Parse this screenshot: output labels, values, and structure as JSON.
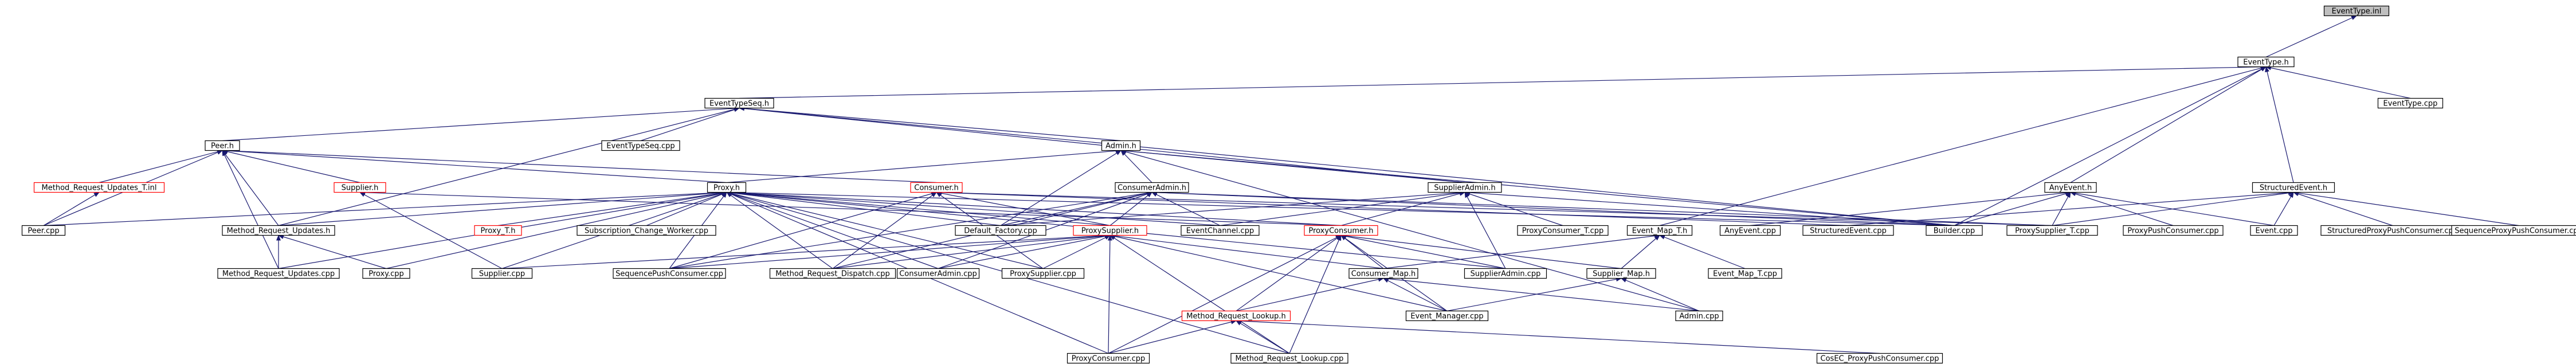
{
  "colors": {
    "edge": "#191970",
    "node_border": "#000000",
    "node_border_truncated": "#ff0000",
    "node_fill": "#ffffff",
    "root_fill": "#bfbfbf",
    "text": "#000000"
  },
  "nodes": [
    {
      "id": "EventType_inl",
      "label": "EventType.inl",
      "root": true
    },
    {
      "id": "EventType_h",
      "label": "EventType.h"
    },
    {
      "id": "EventTypeSeq_h",
      "label": "EventTypeSeq.h"
    },
    {
      "id": "EventType_cpp",
      "label": "EventType.cpp"
    },
    {
      "id": "Peer_h",
      "label": "Peer.h"
    },
    {
      "id": "EventTypeSeq_cpp",
      "label": "EventTypeSeq.cpp"
    },
    {
      "id": "Admin_h",
      "label": "Admin.h"
    },
    {
      "id": "MRU_T_inl",
      "label": "Method_Request_Updates_T.inl",
      "truncated": true
    },
    {
      "id": "Supplier_h",
      "label": "Supplier.h",
      "truncated": true
    },
    {
      "id": "Proxy_h",
      "label": "Proxy.h"
    },
    {
      "id": "Consumer_h",
      "label": "Consumer.h",
      "truncated": true
    },
    {
      "id": "ConsumerAdmin_h",
      "label": "ConsumerAdmin.h"
    },
    {
      "id": "SupplierAdmin_h",
      "label": "SupplierAdmin.h"
    },
    {
      "id": "AnyEvent_h",
      "label": "AnyEvent.h"
    },
    {
      "id": "StructuredEvent_h",
      "label": "StructuredEvent.h"
    },
    {
      "id": "Peer_cpp",
      "label": "Peer.cpp"
    },
    {
      "id": "MRU_h",
      "label": "Method_Request_Updates.h"
    },
    {
      "id": "Proxy_T_h",
      "label": "Proxy_T.h",
      "truncated": true
    },
    {
      "id": "SCW_cpp",
      "label": "Subscription_Change_Worker.cpp"
    },
    {
      "id": "DefaultFactory_cpp",
      "label": "Default_Factory.cpp"
    },
    {
      "id": "ProxySupplier_h",
      "label": "ProxySupplier.h",
      "truncated": true
    },
    {
      "id": "EventChannel_cpp",
      "label": "EventChannel.cpp"
    },
    {
      "id": "ProxyConsumer_h",
      "label": "ProxyConsumer.h",
      "truncated": true
    },
    {
      "id": "ProxyConsumer_T_cpp",
      "label": "ProxyConsumer_T.cpp"
    },
    {
      "id": "EventMap_T_h",
      "label": "Event_Map_T.h"
    },
    {
      "id": "AnyEvent_cpp",
      "label": "AnyEvent.cpp"
    },
    {
      "id": "StructuredEvent_cpp",
      "label": "StructuredEvent.cpp"
    },
    {
      "id": "Builder_cpp",
      "label": "Builder.cpp"
    },
    {
      "id": "ProxySupplier_T_cpp",
      "label": "ProxySupplier_T.cpp"
    },
    {
      "id": "ProxyPushConsumer_cpp",
      "label": "ProxyPushConsumer.cpp"
    },
    {
      "id": "Event_cpp",
      "label": "Event.cpp"
    },
    {
      "id": "SPPC_cpp",
      "label": "StructuredProxyPushConsumer.cpp"
    },
    {
      "id": "SeqPPC_cpp",
      "label": "SequenceProxyPushConsumer.cpp"
    },
    {
      "id": "MRU_cpp",
      "label": "Method_Request_Updates.cpp"
    },
    {
      "id": "Proxy_cpp",
      "label": "Proxy.cpp"
    },
    {
      "id": "Supplier_cpp",
      "label": "Supplier.cpp"
    },
    {
      "id": "SeqPushConsumer_cpp",
      "label": "SequencePushConsumer.cpp"
    },
    {
      "id": "MRD_cpp",
      "label": "Method_Request_Dispatch.cpp"
    },
    {
      "id": "ConsumerAdmin_cpp",
      "label": "ConsumerAdmin.cpp"
    },
    {
      "id": "ProxySupplier_cpp",
      "label": "ProxySupplier.cpp"
    },
    {
      "id": "ConsumerMap_h",
      "label": "Consumer_Map.h"
    },
    {
      "id": "SupplierAdmin_cpp",
      "label": "SupplierAdmin.cpp"
    },
    {
      "id": "SupplierMap_h",
      "label": "Supplier_Map.h"
    },
    {
      "id": "EventMap_T_cpp",
      "label": "Event_Map_T.cpp"
    },
    {
      "id": "EventManager_cpp",
      "label": "Event_Manager.cpp"
    },
    {
      "id": "Admin_cpp",
      "label": "Admin.cpp"
    },
    {
      "id": "MRL_h",
      "label": "Method_Request_Lookup.h",
      "truncated": true
    },
    {
      "id": "ProxyConsumer_cpp",
      "label": "ProxyConsumer.cpp"
    },
    {
      "id": "MRL_cpp",
      "label": "Method_Request_Lookup.cpp"
    },
    {
      "id": "CosEC_PPC_cpp",
      "label": "CosEC_ProxyPushConsumer.cpp"
    }
  ],
  "edges": [
    [
      "EventType_h",
      "EventType_inl"
    ],
    [
      "EventTypeSeq_h",
      "EventType_h"
    ],
    [
      "EventType_cpp",
      "EventType_h"
    ],
    [
      "AnyEvent_h",
      "EventType_h"
    ],
    [
      "StructuredEvent_h",
      "EventType_h"
    ],
    [
      "Builder_cpp",
      "EventType_h"
    ],
    [
      "EventMap_T_h",
      "EventType_h"
    ],
    [
      "Peer_h",
      "EventTypeSeq_h"
    ],
    [
      "EventTypeSeq_cpp",
      "EventTypeSeq_h"
    ],
    [
      "Admin_h",
      "EventTypeSeq_h"
    ],
    [
      "SupplierAdmin_h",
      "EventTypeSeq_h"
    ],
    [
      "Builder_cpp",
      "EventTypeSeq_h"
    ],
    [
      "MRU_h",
      "EventTypeSeq_h"
    ],
    [
      "MRU_T_inl",
      "Peer_h"
    ],
    [
      "Supplier_h",
      "Peer_h"
    ],
    [
      "Proxy_h",
      "Peer_h"
    ],
    [
      "Consumer_h",
      "Peer_h"
    ],
    [
      "Peer_cpp",
      "Peer_h"
    ],
    [
      "MRU_h",
      "Peer_h"
    ],
    [
      "MRU_cpp",
      "Peer_h"
    ],
    [
      "Peer_cpp",
      "MRU_T_inl"
    ],
    [
      "Proxy_h",
      "Admin_h"
    ],
    [
      "ConsumerAdmin_h",
      "Admin_h"
    ],
    [
      "SupplierAdmin_h",
      "Admin_h"
    ],
    [
      "DefaultFactory_cpp",
      "Admin_h"
    ],
    [
      "Admin_cpp",
      "Admin_h"
    ],
    [
      "Builder_cpp",
      "Admin_h"
    ],
    [
      "Supplier_cpp",
      "Supplier_h"
    ],
    [
      "ProxyConsumer_h",
      "Supplier_h"
    ],
    [
      "MRU_h",
      "Proxy_h"
    ],
    [
      "Proxy_T_h",
      "Proxy_h"
    ],
    [
      "SCW_cpp",
      "Proxy_h"
    ],
    [
      "DefaultFactory_cpp",
      "Proxy_h"
    ],
    [
      "ProxySupplier_h",
      "Proxy_h"
    ],
    [
      "EventChannel_cpp",
      "Proxy_h"
    ],
    [
      "ProxyConsumer_h",
      "Proxy_h"
    ],
    [
      "Peer_cpp",
      "Proxy_h"
    ],
    [
      "Proxy_cpp",
      "Proxy_h"
    ],
    [
      "MRD_cpp",
      "Proxy_h"
    ],
    [
      "ConsumerAdmin_cpp",
      "Proxy_h"
    ],
    [
      "SupplierAdmin_cpp",
      "Proxy_h"
    ],
    [
      "ProxySupplier_cpp",
      "Proxy_h"
    ],
    [
      "SeqPushConsumer_cpp",
      "Proxy_h"
    ],
    [
      "Supplier_cpp",
      "Proxy_h"
    ],
    [
      "ProxyConsumer_cpp",
      "Proxy_h"
    ],
    [
      "MRL_cpp",
      "Proxy_h"
    ],
    [
      "MRU_cpp",
      "Proxy_h"
    ],
    [
      "Builder_cpp",
      "Proxy_h"
    ],
    [
      "ProxySupplier_h",
      "Consumer_h"
    ],
    [
      "MRD_cpp",
      "Consumer_h"
    ],
    [
      "SeqPushConsumer_cpp",
      "Consumer_h"
    ],
    [
      "ProxySupplier_cpp",
      "Consumer_h"
    ],
    [
      "StructuredEvent_cpp",
      "Consumer_h"
    ],
    [
      "ProxySupplier_T_cpp",
      "Consumer_h"
    ],
    [
      "DefaultFactory_cpp",
      "ConsumerAdmin_h"
    ],
    [
      "EventChannel_cpp",
      "ConsumerAdmin_h"
    ],
    [
      "ProxySupplier_h",
      "ConsumerAdmin_h"
    ],
    [
      "ConsumerAdmin_cpp",
      "ConsumerAdmin_h"
    ],
    [
      "SeqPushConsumer_cpp",
      "ConsumerAdmin_h"
    ],
    [
      "MRD_cpp",
      "ConsumerAdmin_h"
    ],
    [
      "Builder_cpp",
      "ConsumerAdmin_h"
    ],
    [
      "ProxySupplier_T_cpp",
      "ConsumerAdmin_h"
    ],
    [
      "DefaultFactory_cpp",
      "SupplierAdmin_h"
    ],
    [
      "EventChannel_cpp",
      "SupplierAdmin_h"
    ],
    [
      "ProxyConsumer_h",
      "SupplierAdmin_h"
    ],
    [
      "SupplierAdmin_cpp",
      "SupplierAdmin_h"
    ],
    [
      "ProxyConsumer_T_cpp",
      "SupplierAdmin_h"
    ],
    [
      "Builder_cpp",
      "SupplierAdmin_h"
    ],
    [
      "AnyEvent_cpp",
      "AnyEvent_h"
    ],
    [
      "ProxySupplier_T_cpp",
      "AnyEvent_h"
    ],
    [
      "ProxyPushConsumer_cpp",
      "AnyEvent_h"
    ],
    [
      "Event_cpp",
      "AnyEvent_h"
    ],
    [
      "Builder_cpp",
      "AnyEvent_h"
    ],
    [
      "StructuredEvent_cpp",
      "StructuredEvent_h"
    ],
    [
      "Event_cpp",
      "StructuredEvent_h"
    ],
    [
      "SPPC_cpp",
      "StructuredEvent_h"
    ],
    [
      "SeqPPC_cpp",
      "StructuredEvent_h"
    ],
    [
      "ProxySupplier_T_cpp",
      "StructuredEvent_h"
    ],
    [
      "MRU_cpp",
      "MRU_h"
    ],
    [
      "Proxy_cpp",
      "MRU_h"
    ],
    [
      "ProxySupplier_cpp",
      "ProxySupplier_h"
    ],
    [
      "SeqPushConsumer_cpp",
      "ProxySupplier_h"
    ],
    [
      "MRD_cpp",
      "ProxySupplier_h"
    ],
    [
      "ConsumerAdmin_cpp",
      "ProxySupplier_h"
    ],
    [
      "ConsumerMap_h",
      "ProxySupplier_h"
    ],
    [
      "EventManager_cpp",
      "ProxySupplier_h"
    ],
    [
      "ProxyConsumer_cpp",
      "ProxySupplier_h"
    ],
    [
      "MRL_cpp",
      "ProxySupplier_h"
    ],
    [
      "Supplier_cpp",
      "ProxySupplier_h"
    ],
    [
      "MRL_h",
      "ProxyConsumer_h"
    ],
    [
      "ProxyConsumer_cpp",
      "ProxyConsumer_h"
    ],
    [
      "SupplierAdmin_cpp",
      "ProxyConsumer_h"
    ],
    [
      "SupplierMap_h",
      "ProxyConsumer_h"
    ],
    [
      "EventManager_cpp",
      "ProxyConsumer_h"
    ],
    [
      "MRL_cpp",
      "ProxyConsumer_h"
    ],
    [
      "ConsumerMap_h",
      "ProxyConsumer_h"
    ],
    [
      "ConsumerMap_h",
      "EventMap_T_h"
    ],
    [
      "SupplierMap_h",
      "EventMap_T_h"
    ],
    [
      "EventMap_T_cpp",
      "EventMap_T_h"
    ],
    [
      "EventManager_cpp",
      "ConsumerMap_h"
    ],
    [
      "Admin_cpp",
      "ConsumerMap_h"
    ],
    [
      "MRL_h",
      "ConsumerMap_h"
    ],
    [
      "EventManager_cpp",
      "SupplierMap_h"
    ],
    [
      "Admin_cpp",
      "SupplierMap_h"
    ],
    [
      "ProxyConsumer_cpp",
      "MRL_h"
    ],
    [
      "MRL_cpp",
      "MRL_h"
    ],
    [
      "CosEC_PPC_cpp",
      "MRL_h"
    ]
  ]
}
